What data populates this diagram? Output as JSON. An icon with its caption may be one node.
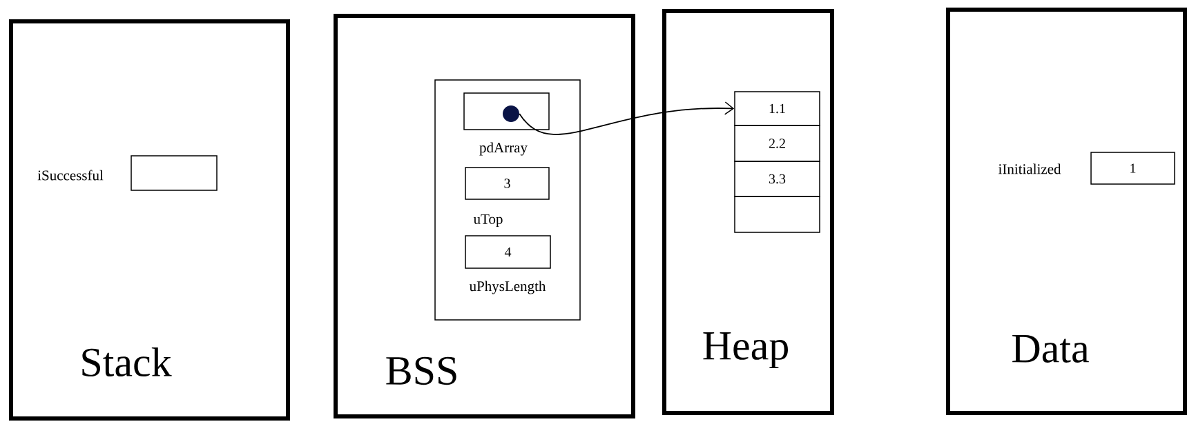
{
  "diagram": {
    "nodes": [
      {
        "text": [
          "Stack"
        ]
      },
      {
        "text": [],
        "shape": "box",
        "in": 0,
        "beside": [
          "iSuccessful"
        ]
      },
      {
        "text": [
          "BSS"
        ]
      },
      {
        "text": [],
        "shape": "box",
        "in": 2
      },
      {
        "text": [],
        "shape": "box",
        "in": 3,
        "beside": [
          "pdArray"
        ]
      },
      {
        "text": [],
        "shape": "circle",
        "in": 4
      },
      {
        "text": [
          "3"
        ],
        "in": 3,
        "beside": [
          "uTop"
        ]
      },
      {
        "text": [
          "4"
        ],
        "in": 3,
        "beside": [
          "uPhysLength"
        ]
      },
      {
        "text": [
          "Heap"
        ]
      },
      {
        "text": [
          "1.1"
        ],
        "in": 8
      },
      {
        "text": [
          "2.2"
        ],
        "in": 8
      },
      {
        "text": [
          "3.3"
        ],
        "in": 8
      },
      {
        "text": [],
        "shape": "box",
        "in": 8
      },
      {
        "text": [
          "Data"
        ]
      },
      {
        "text": [
          "1"
        ],
        "in": 13,
        "beside": [
          "iInitialized"
        ]
      }
    ],
    "edges": [
      {
        "from": 5,
        "to": 9,
        "arrow": "to"
      }
    ]
  }
}
